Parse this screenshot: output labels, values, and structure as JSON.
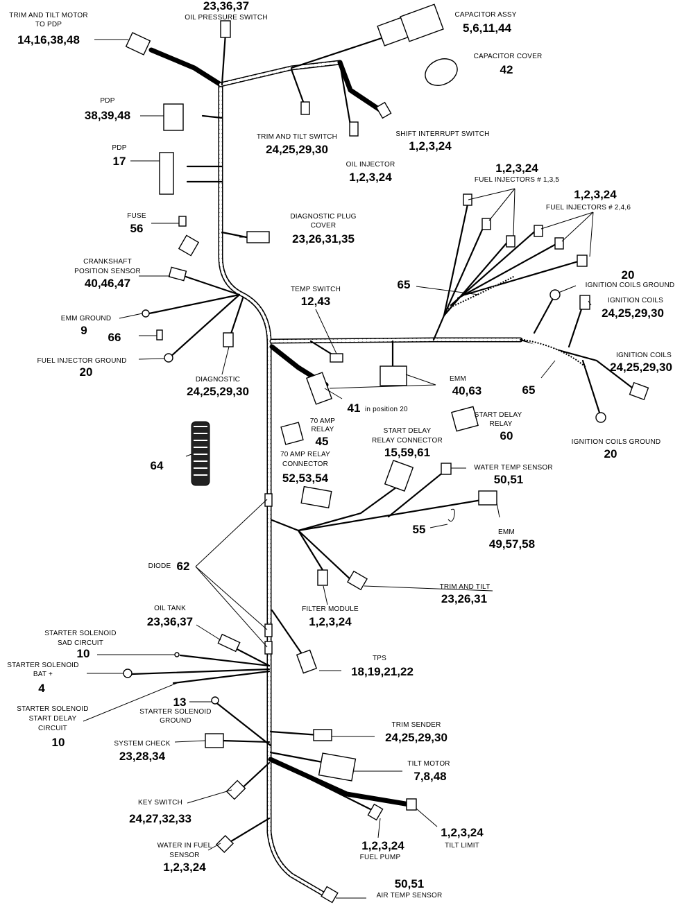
{
  "labels": {
    "trim_tilt_motor": {
      "line1": "TRIM AND TILT MOTOR",
      "line2": "TO PDP",
      "num": "14,16,38,48"
    },
    "oil_pressure": {
      "num": "23,36,37",
      "text": "OIL PRESSURE SWITCH"
    },
    "capacitor_assy": {
      "text": "CAPACITOR ASSY",
      "num": "5,6,11,44"
    },
    "capacitor_cover": {
      "text": "CAPACITOR COVER",
      "num": "42"
    },
    "pdp1": {
      "text": "PDP",
      "num": "38,39,48"
    },
    "pdp2": {
      "text": "PDP",
      "num": "17"
    },
    "trim_tilt_switch": {
      "text": "TRIM AND TILT SWITCH",
      "num": "24,25,29,30"
    },
    "shift_interrupt": {
      "text": "SHIFT INTERRUPT SWITCH",
      "num": "1,2,3,24"
    },
    "oil_injector": {
      "text": "OIL INJECTOR",
      "num": "1,2,3,24"
    },
    "fuel_inj_135": {
      "num": "1,2,3,24",
      "text": "FUEL INJECTORS # 1,3,5"
    },
    "fuel_inj_246": {
      "num": "1,2,3,24",
      "text": "FUEL INJECTORS # 2,4,6"
    },
    "fuse": {
      "text": "FUSE",
      "num": "56"
    },
    "diag_plug": {
      "line1": "DIAGNOSTIC PLUG",
      "line2": "COVER",
      "num": "23,26,31,35"
    },
    "crankshaft": {
      "line1": "CRANKSHAFT",
      "line2": "POSITION SENSOR",
      "num": "40,46,47"
    },
    "conv65a": {
      "num": "65"
    },
    "ign_gnd_top": {
      "num": "20",
      "text": "IGNITION COILS GROUND"
    },
    "ign_coils1": {
      "text": "IGNITION COILS",
      "num": "24,25,29,30"
    },
    "emm_ground": {
      "text": "EMM GROUND",
      "num": "9"
    },
    "temp_switch": {
      "text": "TEMP SWITCH",
      "num": "12,43"
    },
    "p66": {
      "num": "66"
    },
    "fuel_inj_gnd": {
      "text": "FUEL INJECTOR GROUND",
      "num": "20"
    },
    "ign_coils2": {
      "text": "IGNITION COILS",
      "num": "24,25,29,30"
    },
    "diagnostic": {
      "text": "DIAGNOSTIC",
      "num": "24,25,29,30"
    },
    "emm1": {
      "text": "EMM",
      "num": "40,63"
    },
    "conv65b": {
      "num": "65"
    },
    "p41": {
      "num": "41",
      "text": "in position 20"
    },
    "relay70": {
      "line1": "70 AMP",
      "line2": "RELAY",
      "num": "45"
    },
    "start_delay_relay": {
      "line1": "START DELAY",
      "line2": "RELAY",
      "num": "60"
    },
    "start_delay_conn": {
      "line1": "START DELAY",
      "line2": "RELAY CONNECTOR",
      "num": "15,59,61"
    },
    "ign_gnd_bottom": {
      "text": "IGNITION COILS GROUND",
      "num": "20"
    },
    "p64": {
      "num": "64"
    },
    "relay70_conn": {
      "line1": "70 AMP RELAY",
      "line2": "CONNECTOR",
      "num": "52,53,54"
    },
    "water_temp": {
      "text": "WATER TEMP SENSOR",
      "num": "50,51"
    },
    "p55": {
      "num": "55"
    },
    "emm2": {
      "text": "EMM",
      "num": "49,57,58"
    },
    "diode": {
      "text": "DIODE",
      "num": "62"
    },
    "trim_tilt": {
      "text": "TRIM AND TILT",
      "num": "23,26,31"
    },
    "filter_module": {
      "text": "FILTER MODULE",
      "num": "1,2,3,24"
    },
    "oil_tank": {
      "text": "OIL TANK",
      "num": "23,36,37"
    },
    "starter_sad": {
      "line1": "STARTER SOLENOID",
      "line2": "SAD CIRCUIT",
      "num": "10"
    },
    "tps": {
      "text": "TPS",
      "num": "18,19,21,22"
    },
    "starter_bat": {
      "line1": "STARTER SOLENOID",
      "line2": "BAT +",
      "num": "4"
    },
    "starter_gnd": {
      "num": "13",
      "line1": "STARTER SOLENOID",
      "line2": "GROUND"
    },
    "starter_delay": {
      "line1": "STARTER SOLENOID",
      "line2": "START DELAY",
      "line3": "CIRCUIT",
      "num": "10"
    },
    "trim_sender": {
      "text": "TRIM SENDER",
      "num": "24,25,29,30"
    },
    "system_check": {
      "text": "SYSTEM CHECK",
      "num": "23,28,34"
    },
    "tilt_motor": {
      "text": "TILT MOTOR",
      "num": "7,8,48"
    },
    "key_switch": {
      "text": "KEY SWITCH",
      "num": "24,27,32,33"
    },
    "fuel_pump": {
      "num": "1,2,3,24",
      "text": "FUEL PUMP"
    },
    "tilt_limit": {
      "num": "1,2,3,24",
      "text": "TILT LIMIT"
    },
    "water_in_fuel": {
      "line1": "WATER IN FUEL",
      "line2": "SENSOR",
      "num": "1,2,3,24"
    },
    "air_temp": {
      "num": "50,51",
      "text": "AIR TEMP SENSOR"
    }
  }
}
